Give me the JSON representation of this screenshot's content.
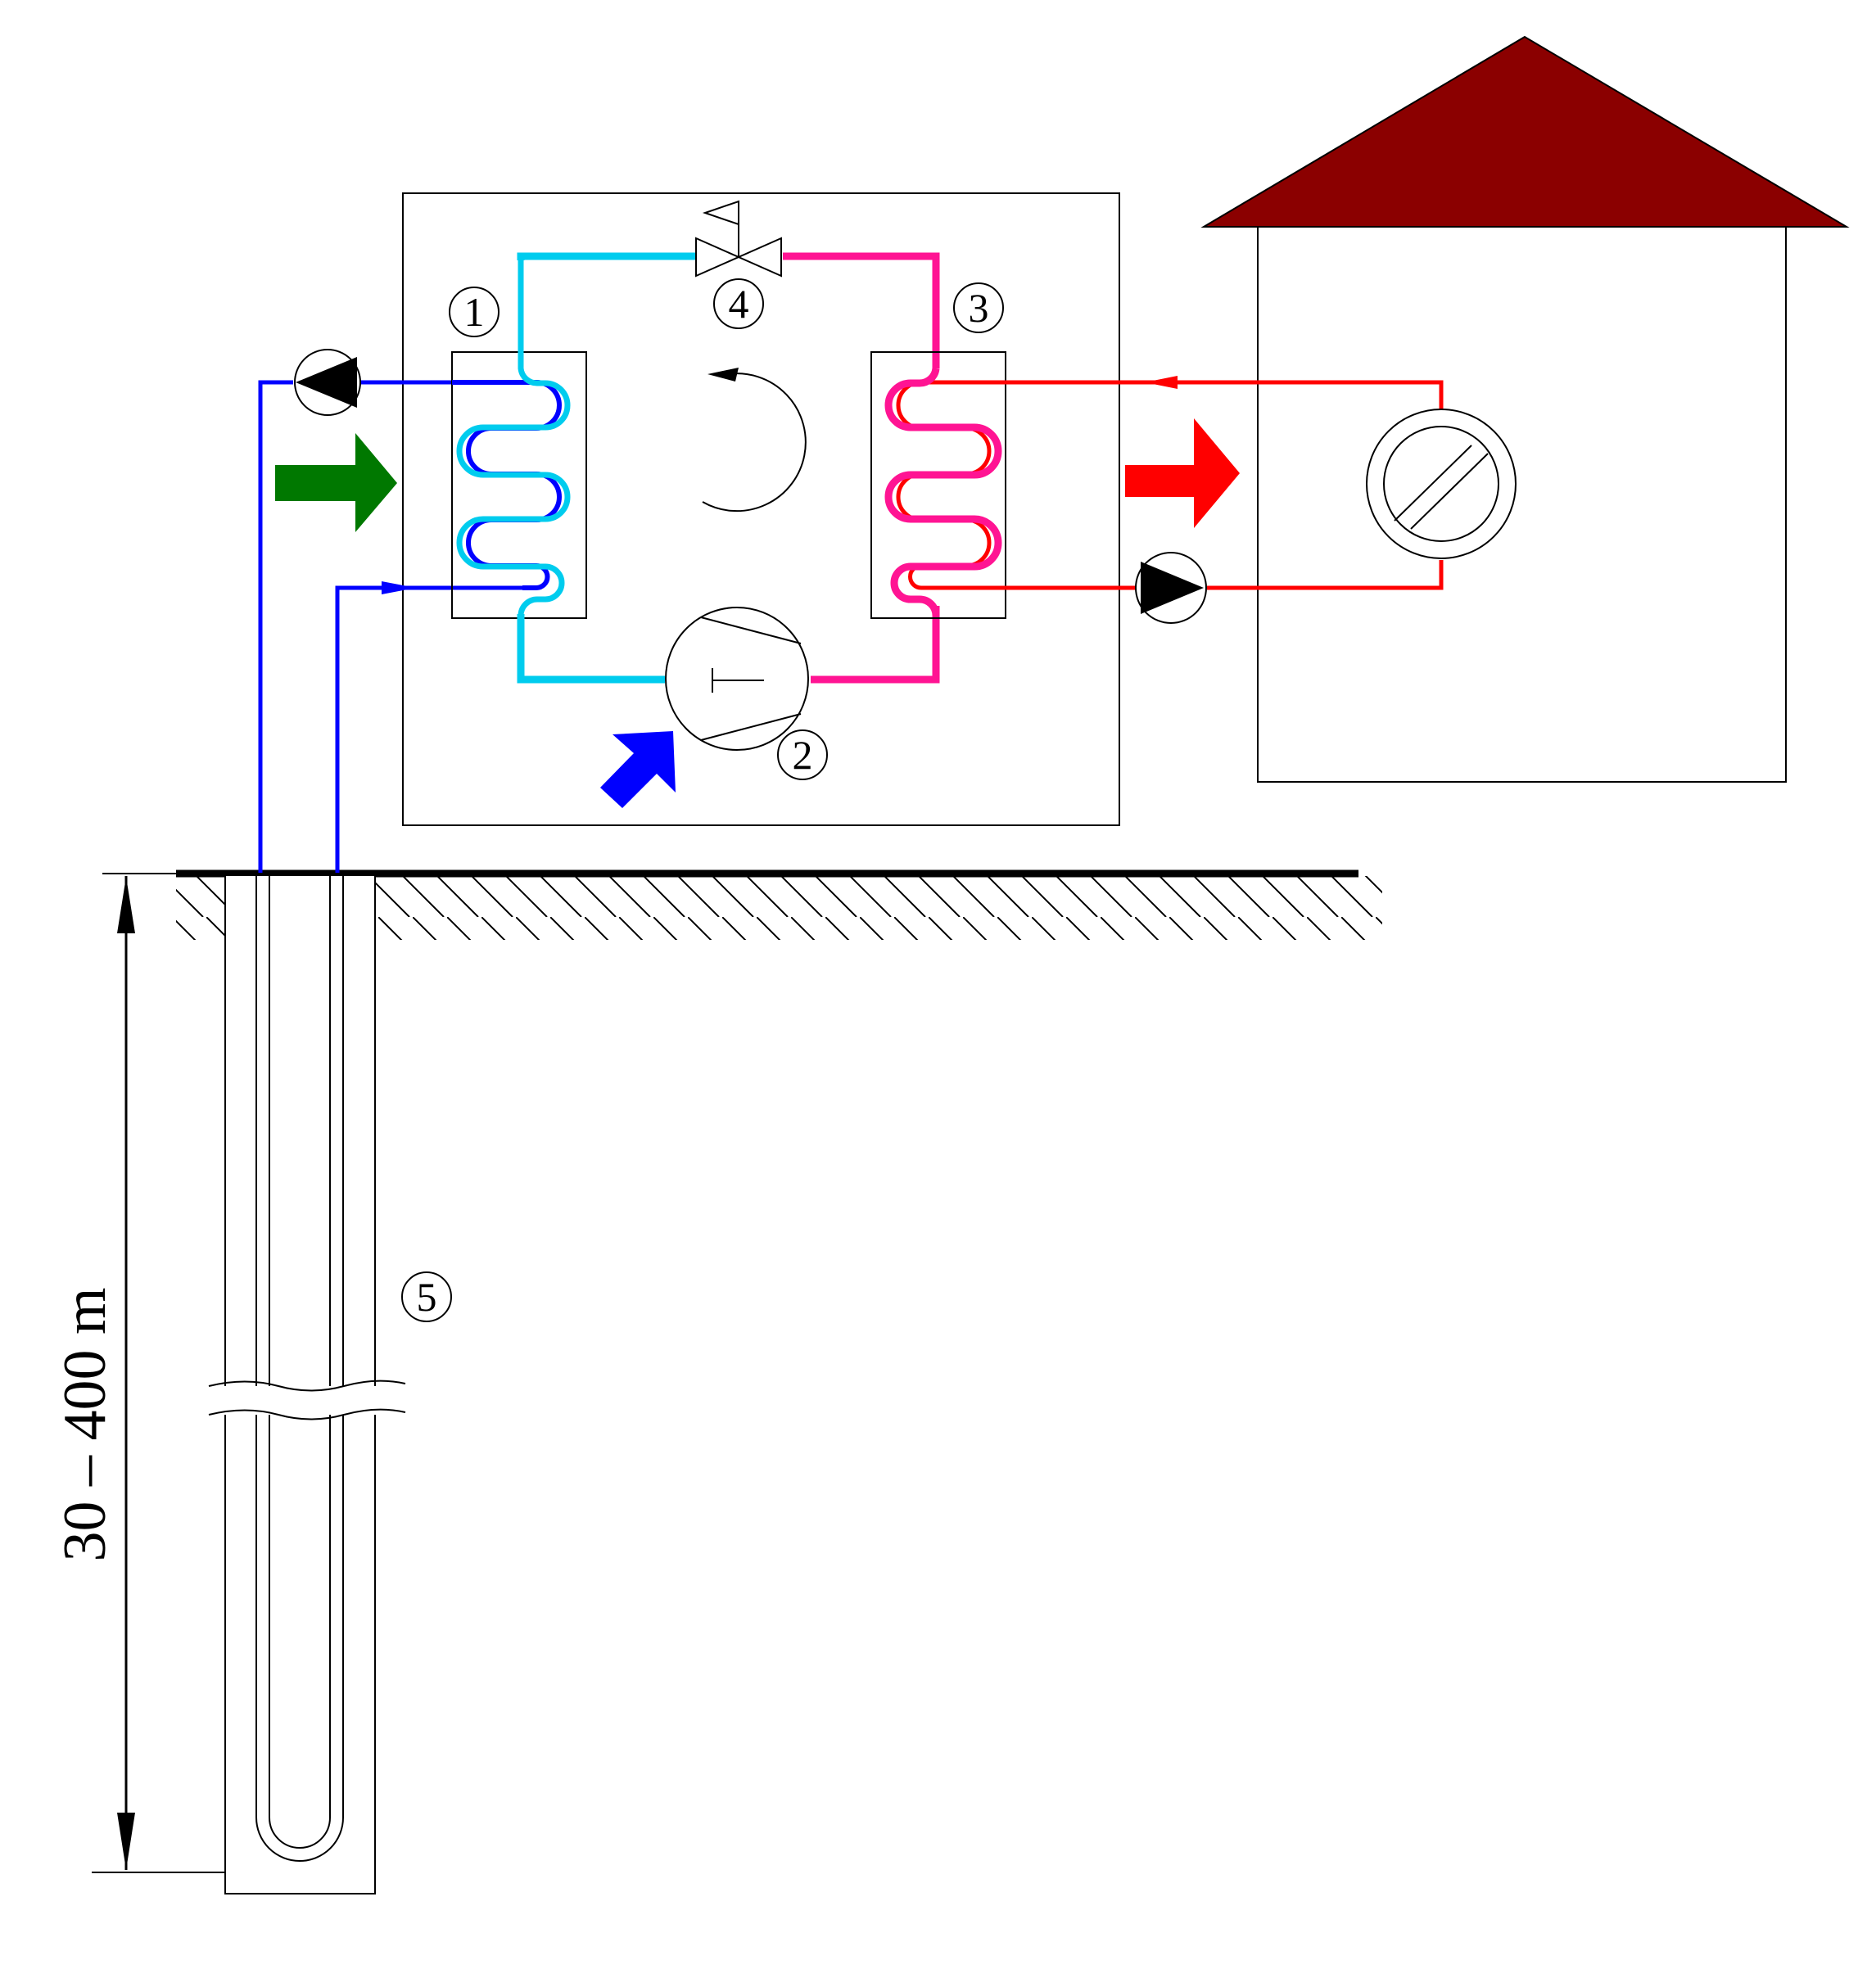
{
  "labels": {
    "evaporator": "1",
    "compressor": "2",
    "condenser": "3",
    "expansion_valve": "4",
    "borehole": "5"
  },
  "depth_label": "30 – 400 m",
  "colors": {
    "ground_loop": "#0000ff",
    "refrigerant_cold": "#00ccee",
    "refrigerant_hot": "#ff1493",
    "heating_loop": "#ff0000",
    "roof": "#8b0000",
    "ambient_heat_arrow": "#007800",
    "power_input_arrow": "#0000ff",
    "heat_output_arrow": "#ff0000"
  }
}
